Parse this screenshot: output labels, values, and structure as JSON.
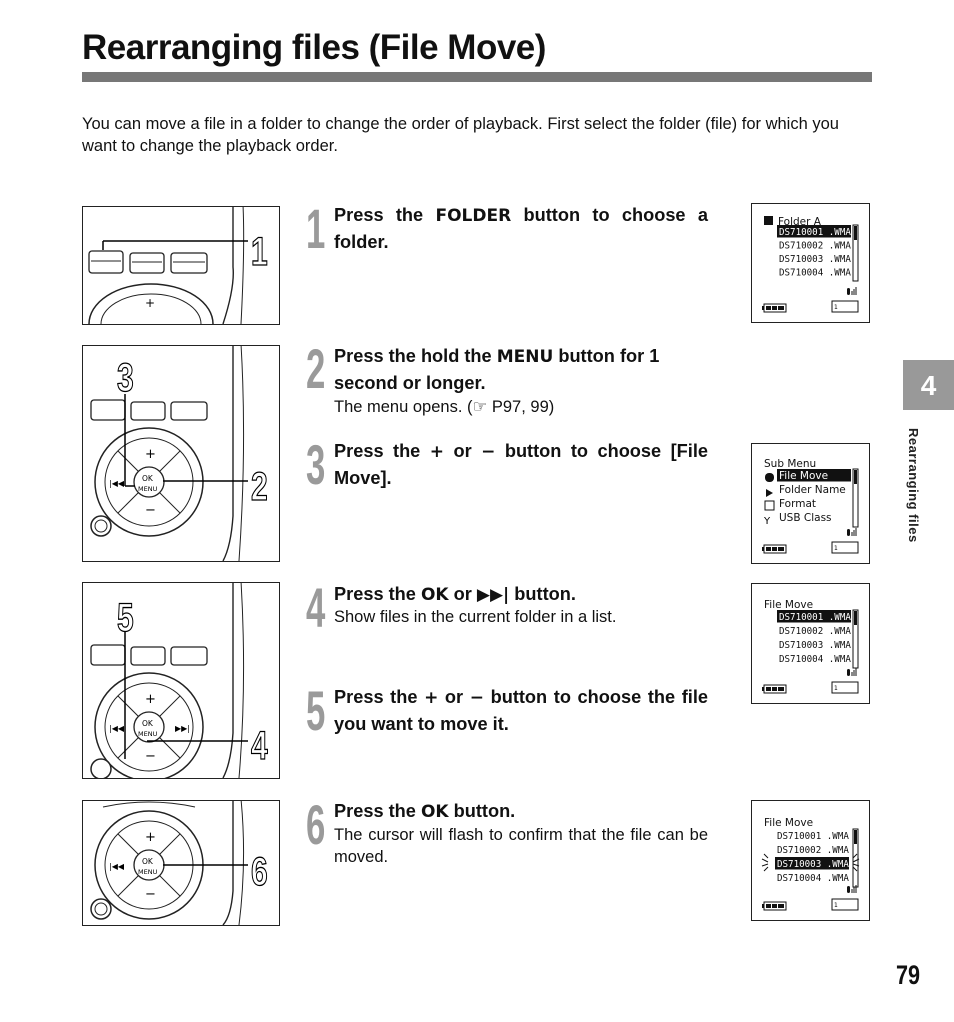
{
  "page": {
    "title": "Rearranging files (File Move)",
    "intro": "You can move a file in a folder to change the order of playback. First select the folder (file) for which you want to change the playback order.",
    "chapter_tab": "4",
    "side_label": "Rearranging files",
    "page_number": "79"
  },
  "steps": [
    {
      "num": "1",
      "pre": "Press the ",
      "key": "FOLDER",
      "post": " button to choose a folder.",
      "sub": ""
    },
    {
      "num": "2",
      "pre": "Press the hold the ",
      "key": "MENU",
      "post": " button for 1 second or longer.",
      "sub": "The menu opens. (☞ P97, 99)"
    },
    {
      "num": "3",
      "pre": "Press the ",
      "key": "+",
      "mid": " or ",
      "key2": "−",
      "post": " button to choose [File Move].",
      "sub": ""
    },
    {
      "num": "4",
      "pre": "Press the  ",
      "key": "OK",
      "mid": " or ",
      "key2": "▶▶|",
      "post": " button.",
      "sub": "Show files in the current folder in a list."
    },
    {
      "num": "5",
      "pre": "Press the ",
      "key": "+",
      "mid": " or ",
      "key2": "−",
      "post": " button to choose the file you want to move it.",
      "sub": ""
    },
    {
      "num": "6",
      "pre": "Press the  ",
      "key": "OK",
      "post": " button.",
      "sub": "The cursor will flash to confirm that the file can be moved."
    }
  ],
  "figure_callouts": {
    "fig1": [
      "1"
    ],
    "fig2": [
      "3",
      "2"
    ],
    "fig3": [
      "5",
      "4"
    ],
    "fig4": [
      "6"
    ]
  },
  "device_labels": {
    "ok": "OK",
    "menu": "MENU",
    "plus": "+",
    "minus": "−"
  },
  "screens": {
    "screen1": {
      "header": "Folder  A",
      "rows": [
        "DS710001 .WMA",
        "DS710002 .WMA",
        "DS710003 .WMA",
        "DS710004 .WMA"
      ],
      "selected": 0,
      "footer": "1"
    },
    "screen2": {
      "header": "Sub Menu",
      "rows": [
        "File Move",
        "Folder Name",
        "Format",
        "USB Class"
      ],
      "selected": 0,
      "footer": "1"
    },
    "screen3": {
      "header": "File Move",
      "rows": [
        "DS710001 .WMA",
        "DS710002 .WMA",
        "DS710003 .WMA",
        "DS710004 .WMA"
      ],
      "selected": 0,
      "footer": "1"
    },
    "screen4": {
      "header": "File Move",
      "rows": [
        "DS710001 .WMA",
        "DS710002 .WMA",
        "DS710003 .WMA",
        "DS710004 .WMA"
      ],
      "selected": 2,
      "footer": "1"
    }
  }
}
